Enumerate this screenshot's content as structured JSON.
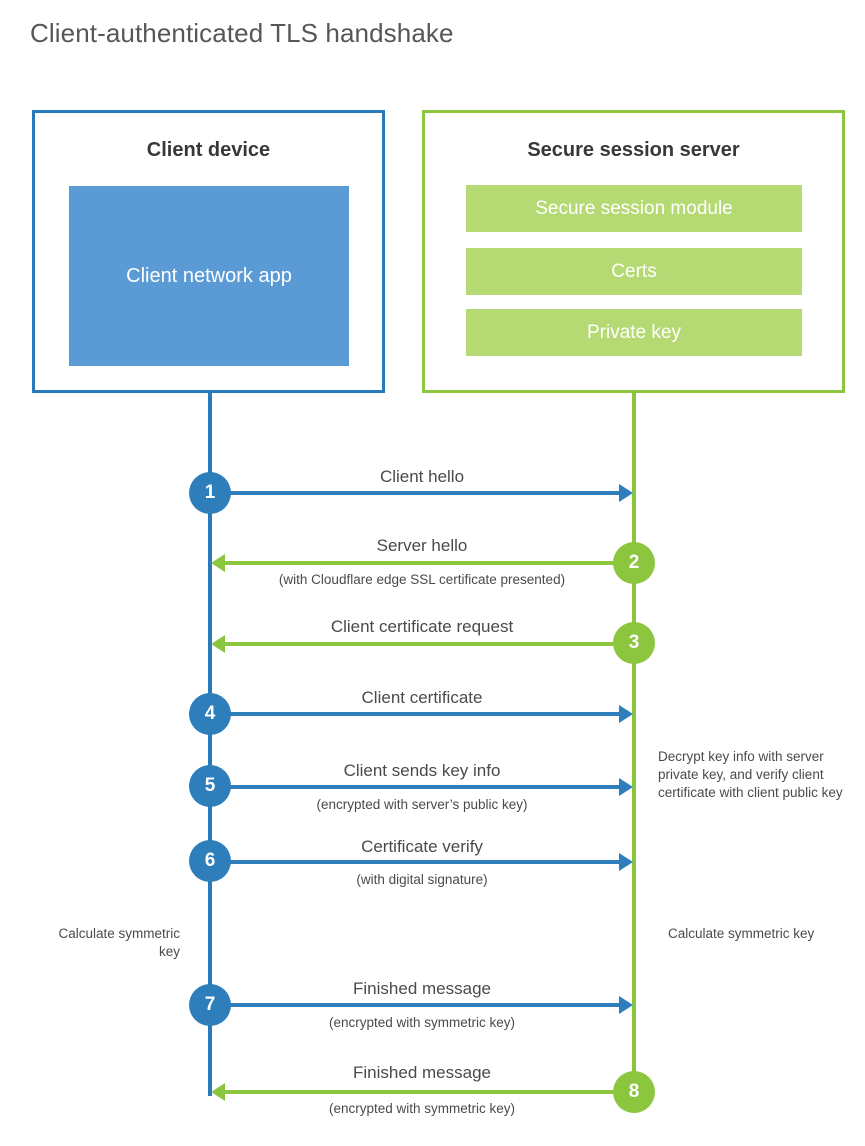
{
  "title": "Client-authenticated TLS handshake",
  "colors": {
    "client_border": "#2a7ab9",
    "client_fill": "#5b9bd5",
    "server_border": "#8cc63e",
    "server_fill": "#b5d973",
    "arrow_blue": "#2e7ebb",
    "arrow_green": "#8cc63e",
    "text": "#4a4a4a",
    "title_text": "#575757"
  },
  "parties": {
    "client": {
      "title": "Client device",
      "blocks": [
        {
          "label": "Client network app"
        }
      ]
    },
    "server": {
      "title": "Secure session server",
      "blocks": [
        {
          "label": "Secure session module"
        },
        {
          "label": "Certs"
        },
        {
          "label": "Private key"
        }
      ]
    }
  },
  "steps": [
    {
      "number": "1",
      "label": "Client hello",
      "sub": "",
      "direction": "client-to-server",
      "color": "blue"
    },
    {
      "number": "2",
      "label": "Server hello",
      "sub": "(with Cloudflare edge SSL certificate presented)",
      "direction": "server-to-client",
      "color": "green"
    },
    {
      "number": "3",
      "label": "Client certificate request",
      "sub": "",
      "direction": "server-to-client",
      "color": "green"
    },
    {
      "number": "4",
      "label": "Client certificate",
      "sub": "",
      "direction": "client-to-server",
      "color": "blue"
    },
    {
      "number": "5",
      "label": "Client sends key info",
      "sub": "(encrypted with server’s public key)",
      "direction": "client-to-server",
      "color": "blue"
    },
    {
      "number": "6",
      "label": "Certificate verify",
      "sub": "(with digital signature)",
      "direction": "client-to-server",
      "color": "blue"
    },
    {
      "number": "7",
      "label": "Finished message",
      "sub": "(encrypted with symmetric key)",
      "direction": "client-to-server",
      "color": "blue"
    },
    {
      "number": "8",
      "label": "Finished message",
      "sub": "(encrypted with symmetric key)",
      "direction": "server-to-client",
      "color": "green"
    }
  ],
  "annotations": {
    "server_decrypt": "Decrypt key info with server private key, and verify client certificate with client public key",
    "client_calculate": "Calculate symmetric key",
    "server_calculate": "Calculate symmetric key"
  }
}
